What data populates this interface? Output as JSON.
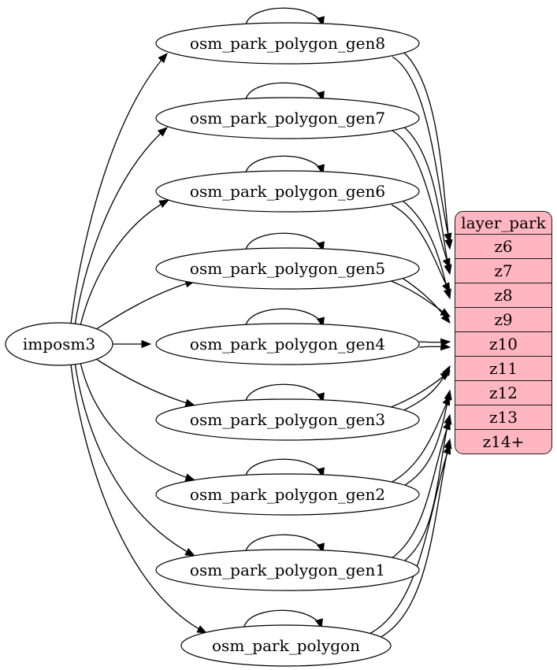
{
  "diagram": {
    "source": {
      "id": "imposm3",
      "label": "imposm3"
    },
    "tables": [
      {
        "id": "gen8",
        "label": "osm_park_polygon_gen8"
      },
      {
        "id": "gen7",
        "label": "osm_park_polygon_gen7"
      },
      {
        "id": "gen6",
        "label": "osm_park_polygon_gen6"
      },
      {
        "id": "gen5",
        "label": "osm_park_polygon_gen5"
      },
      {
        "id": "gen4",
        "label": "osm_park_polygon_gen4"
      },
      {
        "id": "gen3",
        "label": "osm_park_polygon_gen3"
      },
      {
        "id": "gen2",
        "label": "osm_park_polygon_gen2"
      },
      {
        "id": "gen1",
        "label": "osm_park_polygon_gen1"
      },
      {
        "id": "polygon",
        "label": "osm_park_polygon"
      }
    ],
    "layer_table": {
      "title": "layer_park",
      "rows": [
        "z6",
        "z7",
        "z8",
        "z9",
        "z10",
        "z11",
        "z12",
        "z13",
        "z14+"
      ]
    },
    "edges": [
      {
        "from": "imposm3",
        "to": "osm_park_polygon_gen8"
      },
      {
        "from": "imposm3",
        "to": "osm_park_polygon_gen7"
      },
      {
        "from": "imposm3",
        "to": "osm_park_polygon_gen6"
      },
      {
        "from": "imposm3",
        "to": "osm_park_polygon_gen5"
      },
      {
        "from": "imposm3",
        "to": "osm_park_polygon_gen4"
      },
      {
        "from": "imposm3",
        "to": "osm_park_polygon_gen3"
      },
      {
        "from": "imposm3",
        "to": "osm_park_polygon_gen2"
      },
      {
        "from": "imposm3",
        "to": "osm_park_polygon_gen1"
      },
      {
        "from": "imposm3",
        "to": "osm_park_polygon"
      },
      {
        "from": "osm_park_polygon_gen8",
        "to": "osm_park_polygon_gen8"
      },
      {
        "from": "osm_park_polygon_gen7",
        "to": "osm_park_polygon_gen7"
      },
      {
        "from": "osm_park_polygon_gen6",
        "to": "osm_park_polygon_gen6"
      },
      {
        "from": "osm_park_polygon_gen5",
        "to": "osm_park_polygon_gen5"
      },
      {
        "from": "osm_park_polygon_gen4",
        "to": "osm_park_polygon_gen4"
      },
      {
        "from": "osm_park_polygon_gen3",
        "to": "osm_park_polygon_gen3"
      },
      {
        "from": "osm_park_polygon_gen2",
        "to": "osm_park_polygon_gen2"
      },
      {
        "from": "osm_park_polygon_gen1",
        "to": "osm_park_polygon_gen1"
      },
      {
        "from": "osm_park_polygon",
        "to": "osm_park_polygon"
      },
      {
        "from": "osm_park_polygon_gen8",
        "to": "layer_park:z6"
      },
      {
        "from": "osm_park_polygon_gen8",
        "to": "layer_park:z6"
      },
      {
        "from": "osm_park_polygon_gen7",
        "to": "layer_park:z7"
      },
      {
        "from": "osm_park_polygon_gen7",
        "to": "layer_park:z7"
      },
      {
        "from": "osm_park_polygon_gen6",
        "to": "layer_park:z8"
      },
      {
        "from": "osm_park_polygon_gen6",
        "to": "layer_park:z8"
      },
      {
        "from": "osm_park_polygon_gen5",
        "to": "layer_park:z9"
      },
      {
        "from": "osm_park_polygon_gen5",
        "to": "layer_park:z9"
      },
      {
        "from": "osm_park_polygon_gen4",
        "to": "layer_park:z10"
      },
      {
        "from": "osm_park_polygon_gen4",
        "to": "layer_park:z10"
      },
      {
        "from": "osm_park_polygon_gen3",
        "to": "layer_park:z11"
      },
      {
        "from": "osm_park_polygon_gen3",
        "to": "layer_park:z11"
      },
      {
        "from": "osm_park_polygon_gen2",
        "to": "layer_park:z12"
      },
      {
        "from": "osm_park_polygon_gen2",
        "to": "layer_park:z12"
      },
      {
        "from": "osm_park_polygon_gen1",
        "to": "layer_park:z13"
      },
      {
        "from": "osm_park_polygon_gen1",
        "to": "layer_park:z13"
      },
      {
        "from": "osm_park_polygon",
        "to": "layer_park:z14+"
      },
      {
        "from": "osm_park_polygon",
        "to": "layer_park:z14+"
      }
    ],
    "colors": {
      "layer_table_fill": "#ffb6c1",
      "node_fill": "#ffffff",
      "stroke": "#000000",
      "text": "#000000",
      "background": "#ffffff"
    }
  }
}
